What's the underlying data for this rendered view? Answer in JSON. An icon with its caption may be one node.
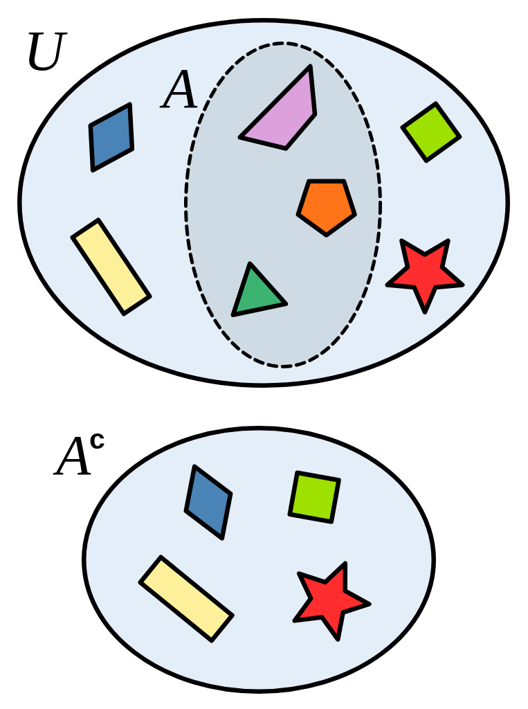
{
  "diagram": {
    "nodes": [
      {
        "text": [
          "U"
        ]
      },
      {
        "text": [
          "A"
        ],
        "in": 0
      },
      {
        "text": [],
        "shape": "quadrilateral",
        "in": 1
      },
      {
        "text": [],
        "shape": "pentagon",
        "in": 1
      },
      {
        "text": [],
        "shape": "triangle",
        "in": 1
      },
      {
        "text": [],
        "shape": "rhombus",
        "in": 0
      },
      {
        "text": [],
        "shape": "bar",
        "in": 0
      },
      {
        "text": [],
        "shape": "square",
        "in": 0
      },
      {
        "text": [],
        "shape": "star",
        "in": 0
      },
      {
        "text": [
          "A$^{c}$"
        ]
      },
      {
        "text": [],
        "shape": "rhombus",
        "in": 9
      },
      {
        "text": [],
        "shape": "square",
        "in": 9
      },
      {
        "text": [],
        "shape": "bar",
        "in": 9
      },
      {
        "text": [],
        "shape": "star",
        "in": 9
      }
    ]
  }
}
